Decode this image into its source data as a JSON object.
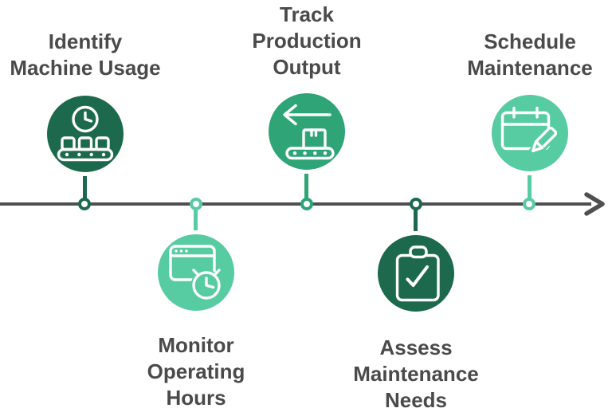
{
  "diagram": {
    "type": "horizontal-timeline",
    "direction": "right",
    "line_color": "#4f4f4f",
    "text_color": "#4a4a4a",
    "icon_stroke_color": "#ffffff"
  },
  "colors": {
    "dark_green": "#1c694d",
    "medium_green": "#2ea477",
    "light_green": "#57cba2"
  },
  "steps": [
    {
      "label": "Identify\nMachine Usage",
      "icon": "clock-conveyor-icon",
      "color": "#1c694d",
      "position": "above"
    },
    {
      "label": "Monitor\nOperating\nHours",
      "icon": "window-clock-icon",
      "color": "#57cba2",
      "position": "below"
    },
    {
      "label": "Track\nProduction\nOutput",
      "icon": "arrow-conveyor-icon",
      "color": "#2ea477",
      "position": "above"
    },
    {
      "label": "Assess\nMaintenance\nNeeds",
      "icon": "clipboard-check-icon",
      "color": "#1c694d",
      "position": "below"
    },
    {
      "label": "Schedule\nMaintenance",
      "icon": "calendar-pencil-icon",
      "color": "#57cba2",
      "position": "above"
    }
  ]
}
